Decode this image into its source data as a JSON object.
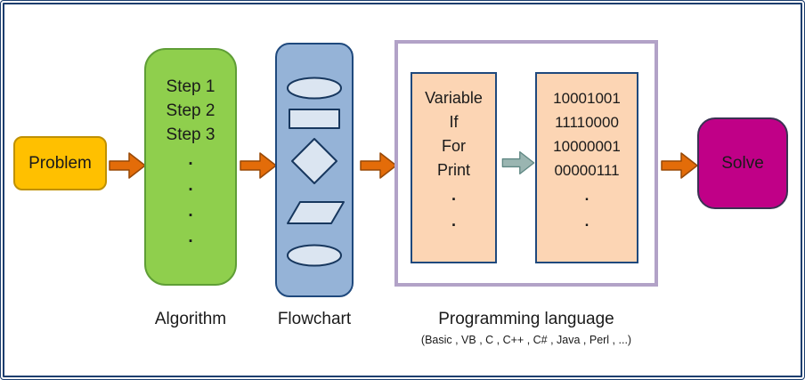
{
  "diagram": {
    "problem": {
      "label": "Problem"
    },
    "algorithm": {
      "caption": "Algorithm",
      "lines": [
        "Step 1",
        "Step 2",
        "Step 3",
        ".",
        ".",
        ".",
        "."
      ]
    },
    "flowchart": {
      "caption": "Flowchart",
      "shapes": [
        "terminator-ellipse",
        "process-rectangle",
        "decision-diamond",
        "io-parallelogram",
        "terminator-ellipse"
      ]
    },
    "programming": {
      "caption": "Programming language",
      "subcaption": "(Basic , VB , C , C++ , C# , Java , Perl , ...)",
      "keywords": [
        "Variable",
        "If",
        "For",
        "Print",
        ".",
        "."
      ],
      "machine_code": [
        "10001001",
        "11110000",
        "10000001",
        "00000111",
        ".",
        "."
      ]
    },
    "solve": {
      "label": "Solve"
    }
  },
  "colors": {
    "frame_border": "#1c3e6e",
    "text": "#1a1a1a",
    "problem_fill": "#FFC000",
    "problem_border": "#BF9000",
    "algorithm_fill": "#8FCF4D",
    "algorithm_border": "#5F9E36",
    "flowchart_fill": "#95B3D7",
    "flowchart_border": "#1F497D",
    "shape_fill": "#DBE5F1",
    "shape_border": "#17375E",
    "container_border": "#B2A2C7",
    "code_box_fill": "#FCD5B4",
    "code_box_border": "#1F497D",
    "solve_fill": "#C00087",
    "solve_border": "#3B3153",
    "arrow_fill": "#E36C09",
    "arrow_border": "#984806",
    "teal_arrow_fill": "#9AB5B1",
    "teal_arrow_border": "#5F8783"
  }
}
